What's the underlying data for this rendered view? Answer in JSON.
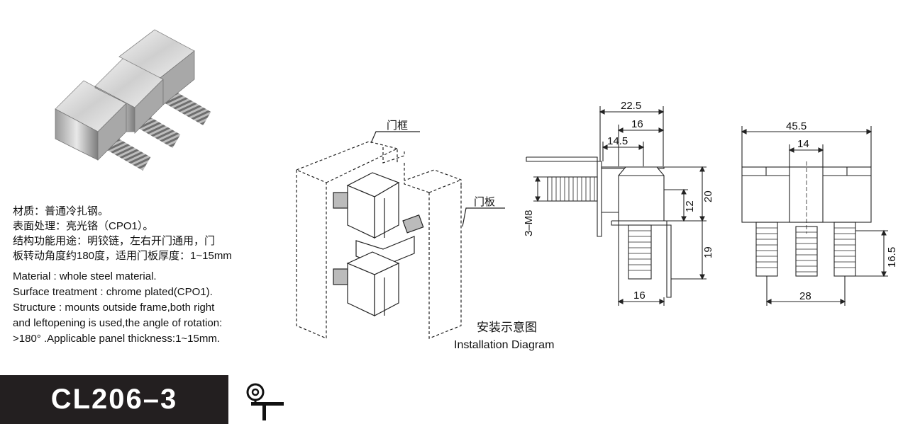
{
  "specs_cn": [
    "材质：普通冷扎钢。",
    "表面处理：亮光铬（CPO1）。",
    "结构功能用途：明铰链，左右开门通用，门",
    "板转动角度约180度，适用门板厚度：1~15mm"
  ],
  "specs_en": [
    "Material :  whole steel material.",
    "Surface treatment : chrome plated(CPO1).",
    "Structure : mounts outside frame,both right",
    "and leftopening is used,the angle of rotation:",
    ">180°  .Applicable panel thickness:1~15mm."
  ],
  "installation": {
    "frame_label": "门框",
    "panel_label": "门板",
    "title_cn": "安装示意图",
    "title_en": "Installation Diagram"
  },
  "side_view": {
    "dim_total": "22.5",
    "dim_16_top": "16",
    "dim_14_5": "14.5",
    "dim_20": "20",
    "dim_12": "12",
    "dim_19": "19",
    "dim_16_bottom": "16",
    "thread": "3–M8"
  },
  "front_view": {
    "dim_total": "45.5",
    "dim_14": "14",
    "dim_16_5": "16.5",
    "dim_28": "28"
  },
  "model": "CL206–3"
}
